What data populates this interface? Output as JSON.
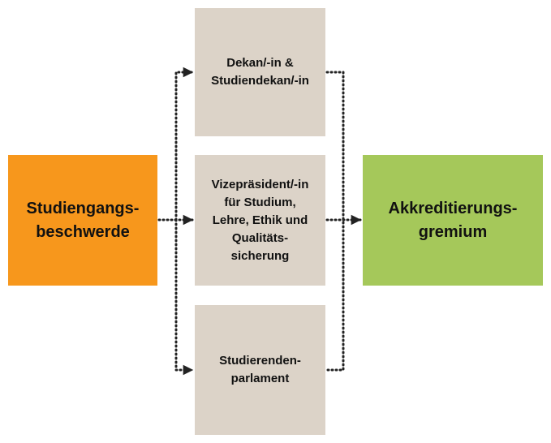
{
  "colors": {
    "source": "#f7971c",
    "intermediary": "#dcd3c8",
    "target": "#a5c85a",
    "arrow": "#222222"
  },
  "source": {
    "label": "Studiengangs-\nbeschwerde"
  },
  "intermediaries": [
    {
      "label": "Dekan/-in &\nStudiendekan/-in"
    },
    {
      "label": "Vizepräsident/-in\nfür Studium,\nLehre, Ethik und\nQualitäts-\nsicherung"
    },
    {
      "label": "Studierenden-\nparlament"
    }
  ],
  "target": {
    "label": "Akkreditierungs-\ngremium"
  }
}
